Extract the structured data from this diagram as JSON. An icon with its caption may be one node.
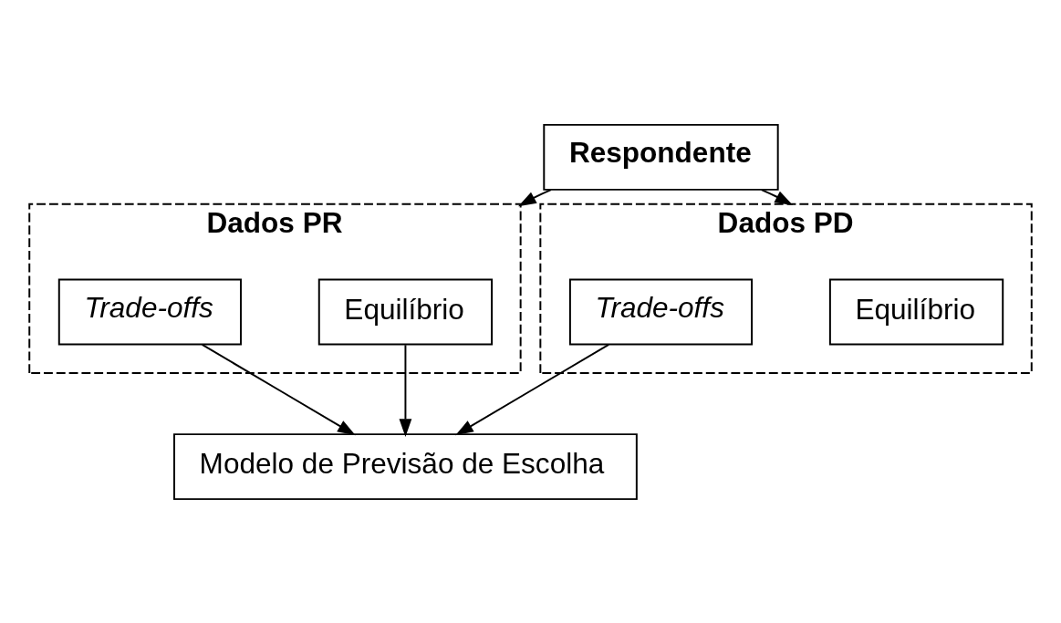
{
  "diagram": {
    "nodes": [
      {
        "text": [
          "Respondente"
        ]
      },
      {
        "text": [
          "Dados PR"
        ]
      },
      {
        "text": [
          "Equilíbrio"
        ],
        "in": 1
      },
      {
        "text": [
          "Trade-offs"
        ],
        "in": 1
      },
      {
        "text": [
          "Dados PD"
        ]
      },
      {
        "text": [
          "Equilíbrio"
        ],
        "in": 4
      },
      {
        "text": [
          "Trade-offs"
        ],
        "in": 4
      },
      {
        "text": [
          "Modelo de Previsão de Escolha"
        ]
      }
    ],
    "edges": [
      {
        "from": 0,
        "to": 1,
        "arrow": "to"
      },
      {
        "from": 0,
        "to": 4,
        "arrow": "to"
      },
      {
        "from": 2,
        "to": 7,
        "arrow": "to"
      },
      {
        "from": 3,
        "to": 7,
        "arrow": "to"
      },
      {
        "from": 6,
        "to": 7,
        "arrow": "to"
      }
    ]
  }
}
